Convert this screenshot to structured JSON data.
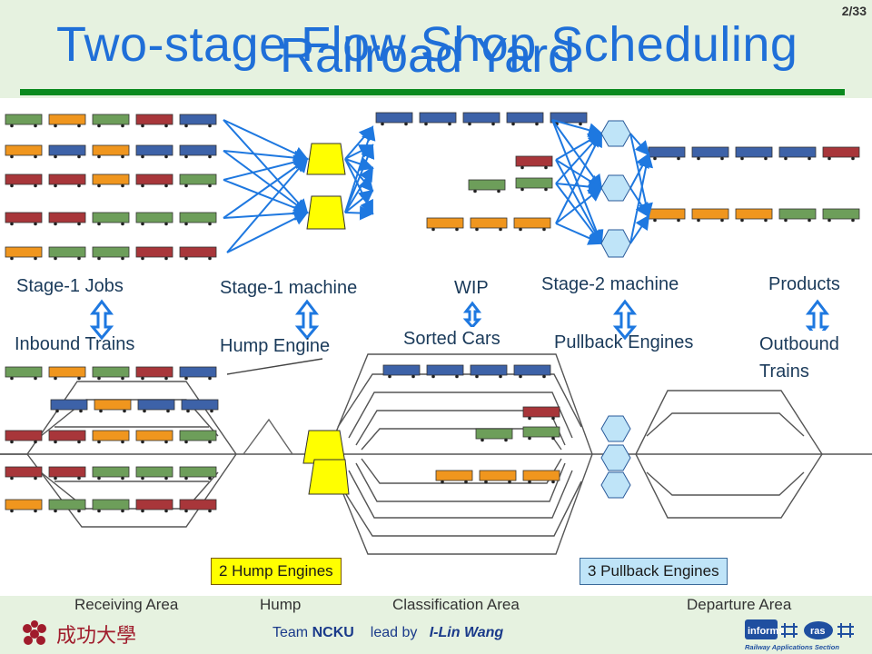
{
  "page_number": "2/33",
  "title": "Two-stage Flow Shop Scheduling",
  "subtitle": "Railroad Yard",
  "labels": {
    "stage1_jobs": "Stage-1 Jobs",
    "stage1_machine": "Stage-1 machine",
    "wip": "WIP",
    "stage2_machine": "Stage-2 machine",
    "products": "Products",
    "inbound_trains": "Inbound Trains",
    "hump_engine": "Hump Engine",
    "sorted_cars": "Sorted Cars",
    "pullback_engines": "Pullback Engines",
    "outbound_trains": "Outbound Trains"
  },
  "engine_boxes": {
    "hump": "2 Hump Engines",
    "pullback": "3 Pullback Engines"
  },
  "areas": {
    "receiving": "Receiving Area",
    "hump": "Hump",
    "classification": "Classification Area",
    "departure": "Departure Area"
  },
  "footer": {
    "team_prefix": "Team ",
    "team_name": "NCKU",
    "lead_prefix": "lead by",
    "leader": "I-Lin Wang",
    "logo_left": "成功大學",
    "logo_right_brand": "informs",
    "logo_right_ras": "ras",
    "logo_right_caption": "Railway Applications Section"
  },
  "colors": {
    "title": "#1f6fd8",
    "rule": "#0a8a1e",
    "car_green": "#6d9e5a",
    "car_orange": "#f0961e",
    "car_red": "#a8363a",
    "car_blue": "#3d62a8",
    "hump_engine": "#ffff00",
    "pullback_engine": "#bfe4f8",
    "arrow": "#1e78e0"
  }
}
